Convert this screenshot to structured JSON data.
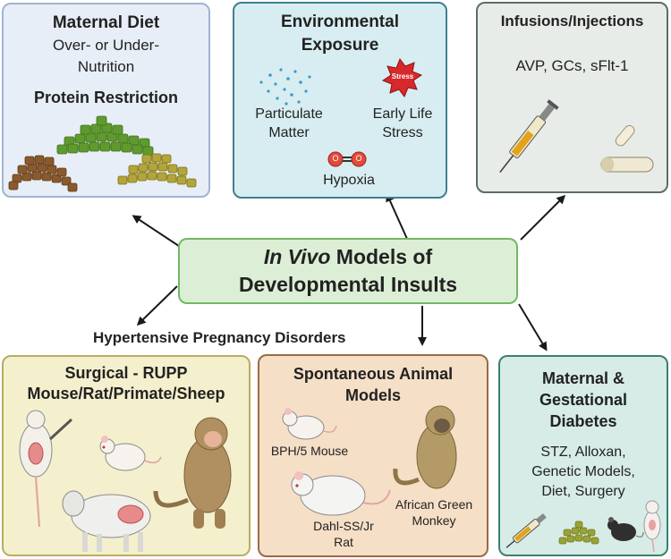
{
  "colors": {
    "maternal_diet_fill": "#e8eef7",
    "maternal_diet_border": "#9fb3d4",
    "environment_fill": "#d7edf2",
    "environment_border": "#3e7f90",
    "infusions_fill": "#e7ece9",
    "infusions_border": "#5c6e63",
    "center_fill": "#dcefd6",
    "center_border": "#72b865",
    "surgical_fill": "#f4f0cd",
    "surgical_border": "#b8ad62",
    "spontaneous_fill": "#f5dfc7",
    "spontaneous_border": "#9a6a44",
    "diabetes_fill": "#d7ece7",
    "diabetes_border": "#3b7f72",
    "arrow": "#1a1a1a"
  },
  "maternal_diet": {
    "title": "Maternal Diet",
    "line1": "Over- or Under-",
    "line2": "Nutrition",
    "subtitle": "Protein Restriction",
    "icon": "food-pellets-icon"
  },
  "environment": {
    "title1": "Environmental",
    "title2": "Exposure",
    "pm_line1": "Particulate",
    "pm_line2": "Matter",
    "stress_badge": "Stress",
    "stress_line1": "Early Life",
    "stress_line2": "Stress",
    "hypoxia": "Hypoxia",
    "o2_left": "O",
    "o2_right": "O"
  },
  "infusions": {
    "title": "Infusions/Injections",
    "agents": "AVP, GCs, sFlt-1",
    "icons": [
      "syringe-icon",
      "capsule-icon",
      "osmotic-pump-icon"
    ]
  },
  "center": {
    "line1_italic": "In Vivo",
    "line1_rest": " Models of",
    "line2": "Developmental Insults"
  },
  "hypertensive_label": "Hypertensive Pregnancy Disorders",
  "surgical": {
    "title1": "Surgical - RUPP",
    "title2": "Mouse/Rat/Primate/Sheep",
    "icons": [
      "rat-surgery-icon",
      "mouse-icon",
      "monkey-icon",
      "sheep-icon"
    ]
  },
  "spontaneous": {
    "title1": "Spontaneous Animal",
    "title2": "Models",
    "bph": "BPH/5 Mouse",
    "dahl1": "Dahl-SS/Jr",
    "dahl2": "Rat",
    "monkey1": "African Green",
    "monkey2": "Monkey"
  },
  "diabetes": {
    "title1": "Maternal &",
    "title2": "Gestational",
    "title3": "Diabetes",
    "l1": "STZ, Alloxan,",
    "l2": "Genetic Models,",
    "l3": "Diet, Surgery",
    "icons": [
      "syringe-icon",
      "food-pellets-icon",
      "mouse-icon",
      "rat-icon"
    ]
  }
}
